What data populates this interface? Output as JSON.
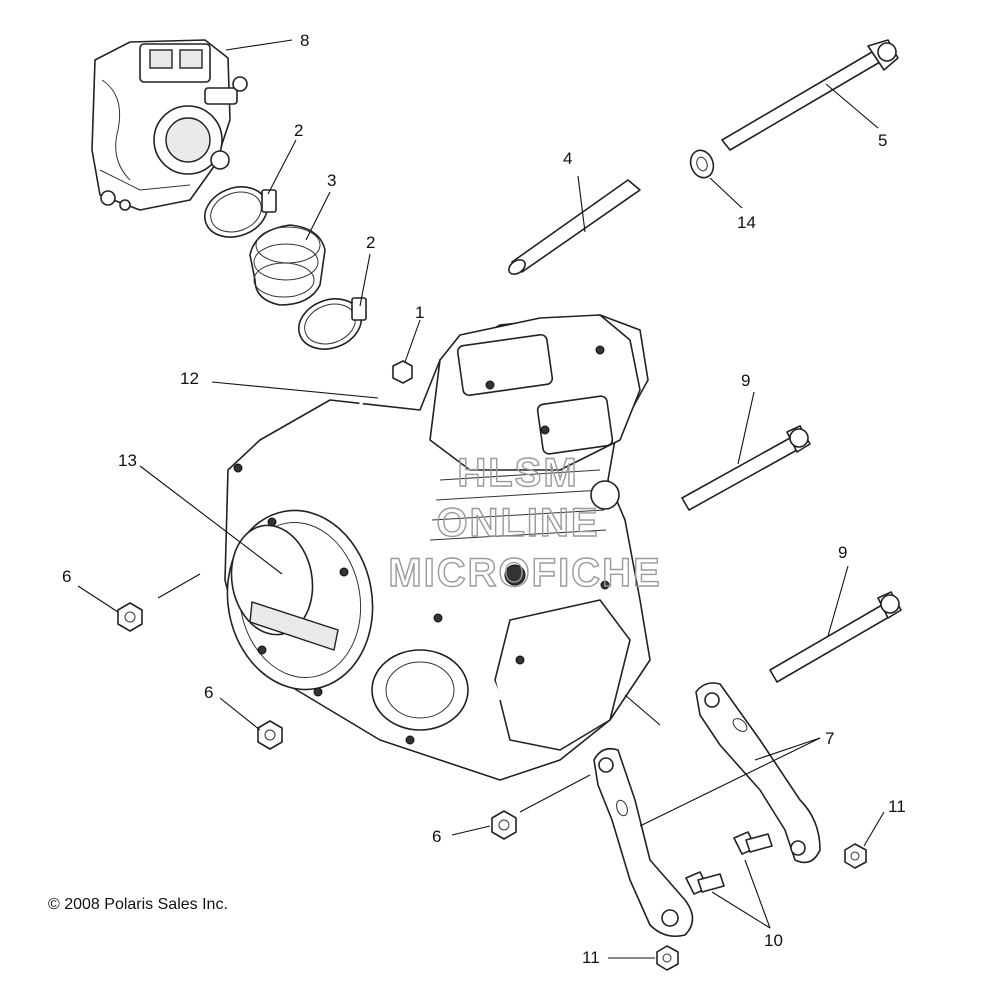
{
  "callouts": [
    {
      "id": "1",
      "label": "1"
    },
    {
      "id": "2a",
      "label": "2"
    },
    {
      "id": "2b",
      "label": "2"
    },
    {
      "id": "3",
      "label": "3"
    },
    {
      "id": "4",
      "label": "4"
    },
    {
      "id": "5",
      "label": "5"
    },
    {
      "id": "6a",
      "label": "6"
    },
    {
      "id": "6b",
      "label": "6"
    },
    {
      "id": "6c",
      "label": "6"
    },
    {
      "id": "7",
      "label": "7"
    },
    {
      "id": "8",
      "label": "8"
    },
    {
      "id": "9a",
      "label": "9"
    },
    {
      "id": "9b",
      "label": "9"
    },
    {
      "id": "10",
      "label": "10"
    },
    {
      "id": "11a",
      "label": "11"
    },
    {
      "id": "11b",
      "label": "11"
    },
    {
      "id": "12",
      "label": "12"
    },
    {
      "id": "13",
      "label": "13"
    },
    {
      "id": "14",
      "label": "14"
    }
  ],
  "watermark": {
    "line1": "HLSM",
    "line2": "ONLINE",
    "line3": "MICROFICHE"
  },
  "copyright": "© 2008 Polaris Sales Inc."
}
